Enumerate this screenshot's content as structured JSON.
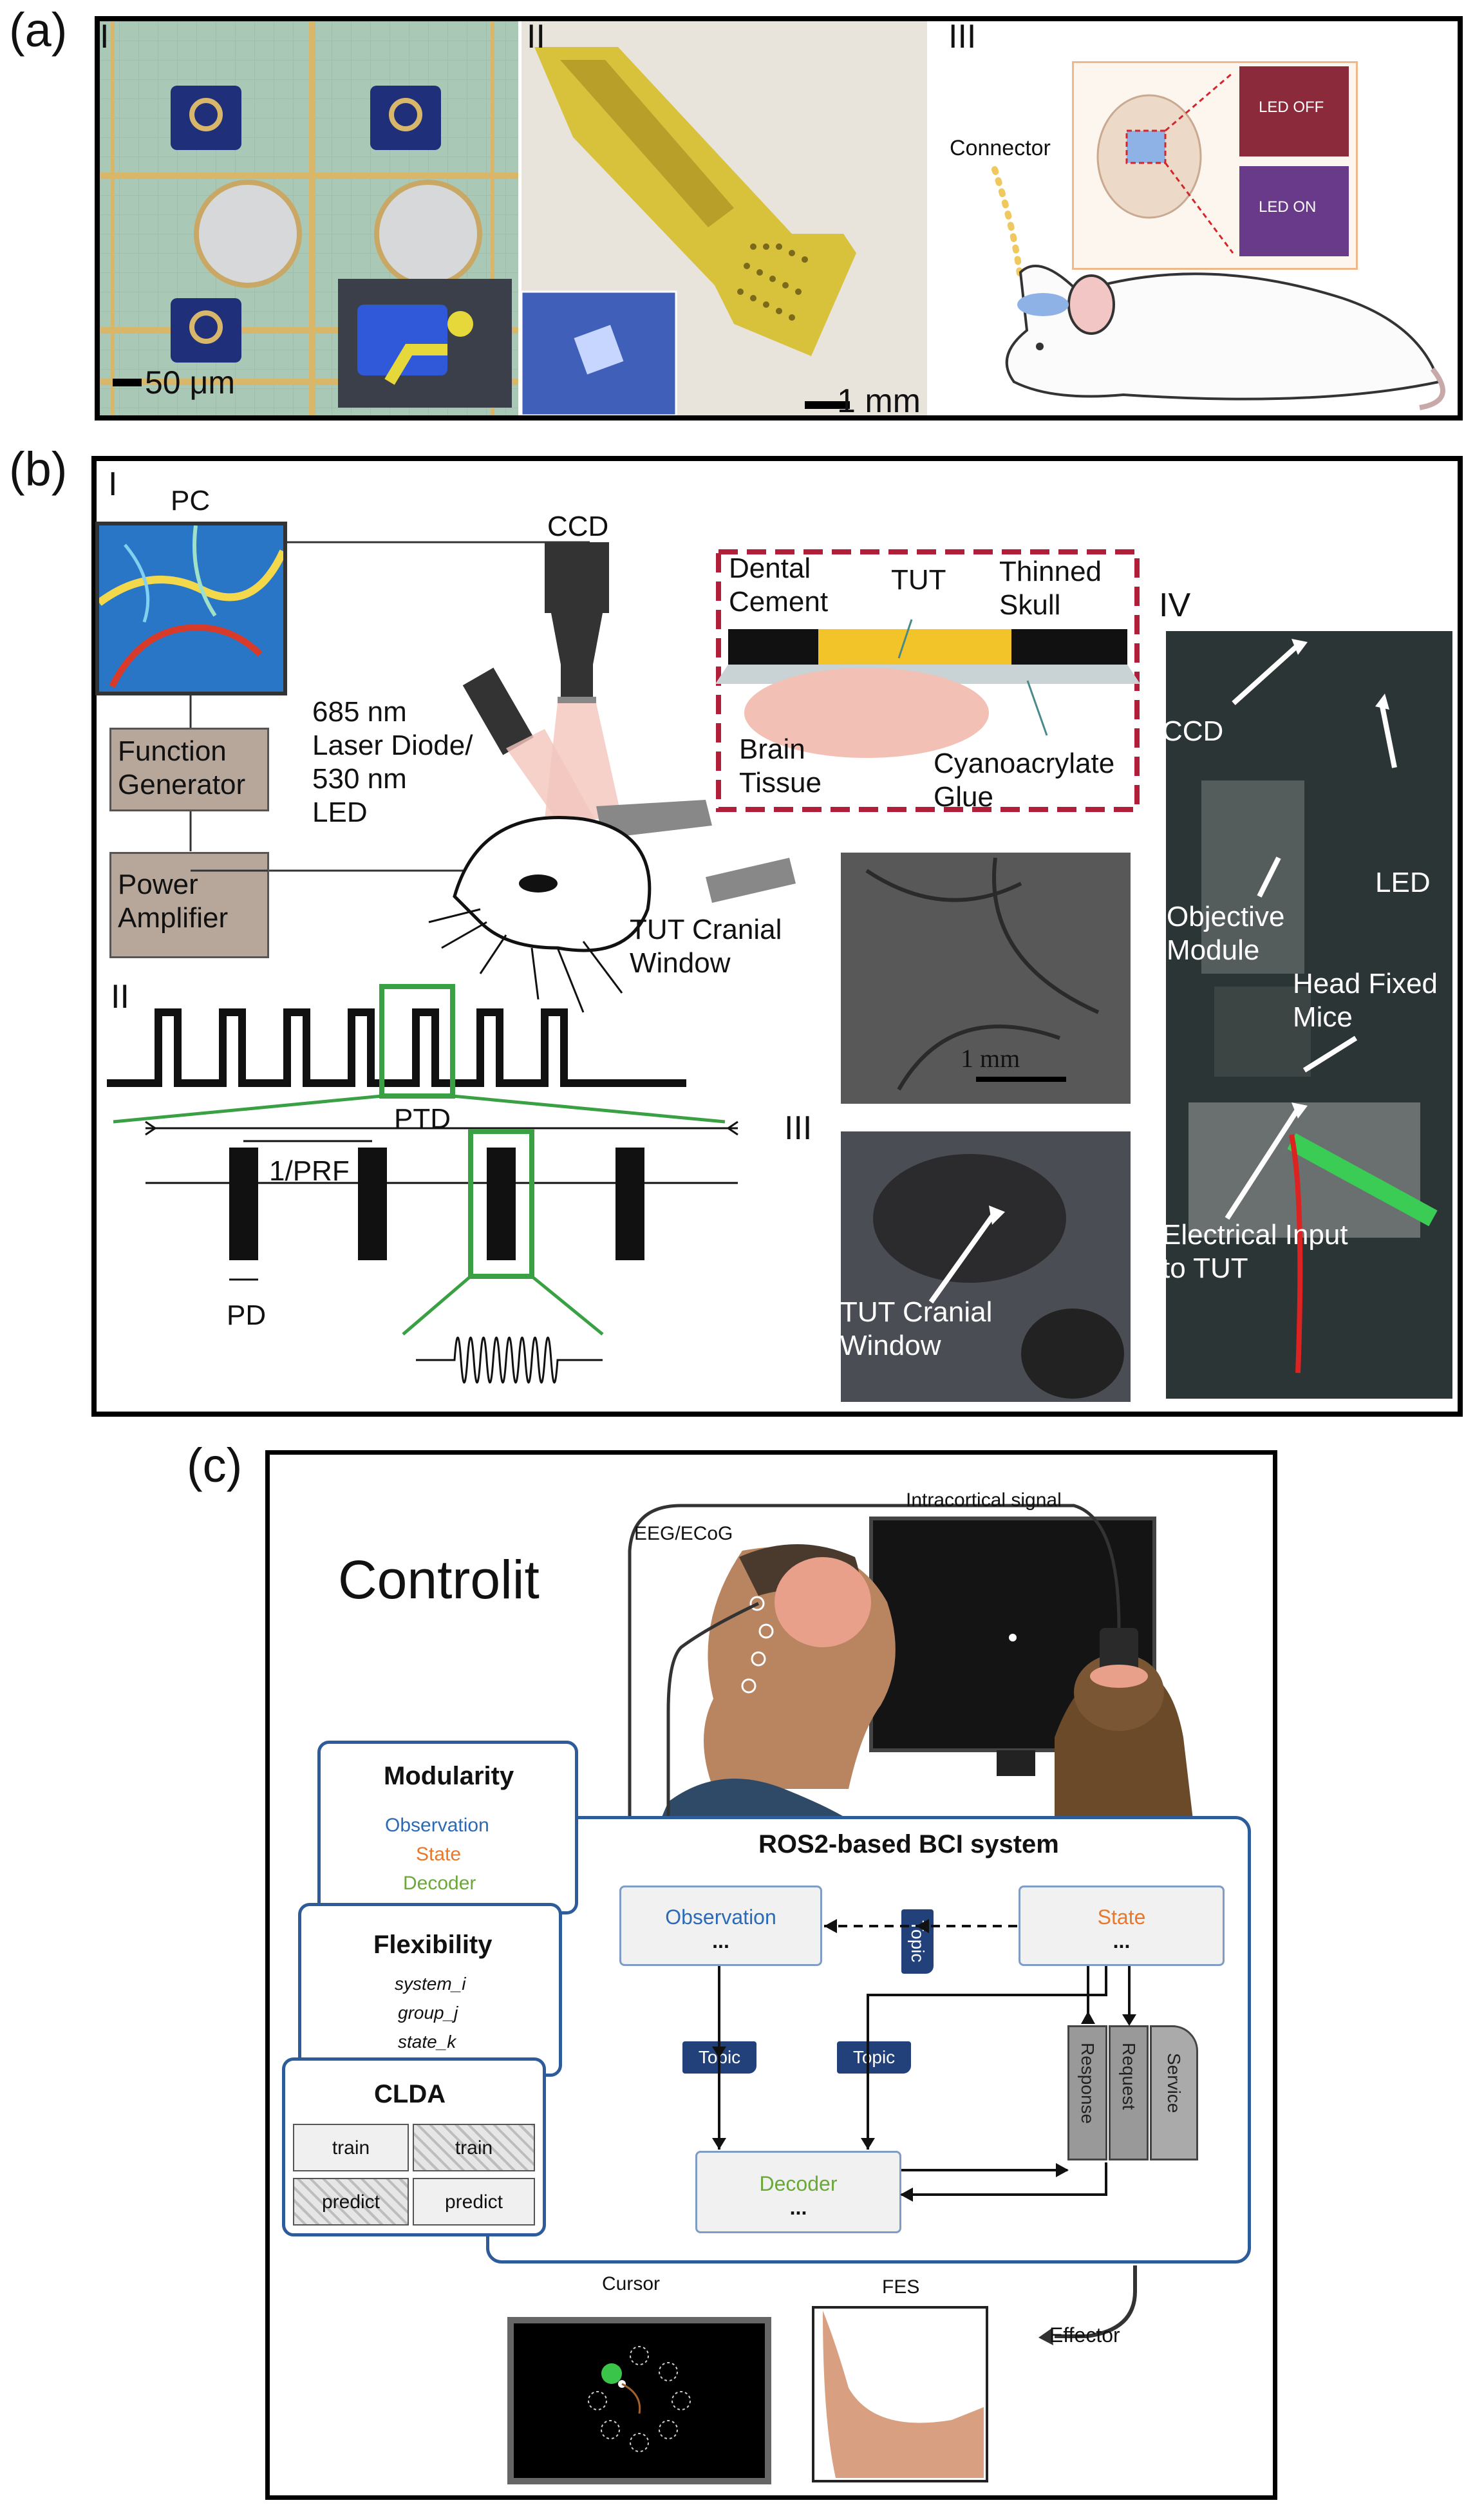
{
  "panel_a": {
    "label": "(a)",
    "sub_I": "I",
    "sub_II": "II",
    "sub_III": "III",
    "scale_I": "50 μm",
    "scale_II": "1 mm",
    "connector": "Connector",
    "led_off": "LED OFF",
    "led_on": "LED ON"
  },
  "panel_b": {
    "label": "(b)",
    "sub_I": "I",
    "sub_II": "II",
    "sub_III": "III",
    "sub_IV": "IV",
    "pc": "PC",
    "ccd": "CCD",
    "function_generator": [
      "Function",
      "Generator"
    ],
    "power_amplifier": [
      "Power",
      "Amplifier"
    ],
    "light_source": [
      "685 nm",
      "Laser Diode/",
      "530 nm",
      "LED"
    ],
    "tut_window": [
      "TUT Cranial",
      "Window"
    ],
    "dental_cement": [
      "Dental",
      "Cement"
    ],
    "tut": "TUT",
    "thinned_skull": [
      "Thinned",
      "Skull"
    ],
    "brain_tissue": [
      "Brain",
      "Tissue"
    ],
    "glue": [
      "Cyanoacrylate",
      "Glue"
    ],
    "scale_1mm": "1 mm",
    "ptd": "PTD",
    "prf": "1/PRF",
    "pd": "PD",
    "photo_iii_label": [
      "TUT Cranial",
      "Window"
    ],
    "iv_ccd": "CCD",
    "iv_led": "LED",
    "iv_objective": [
      "Objective",
      "Module"
    ],
    "iv_head": [
      "Head Fixed",
      "Mice"
    ],
    "iv_input": [
      "Electrical Input",
      "to TUT"
    ]
  },
  "panel_c": {
    "label": "(c)",
    "title": "Controlit",
    "intracortical": "Intracortical signal",
    "eeg": "EEG/ECoG",
    "modularity": {
      "title": "Modularity",
      "items": [
        "Observation",
        "State",
        "Decoder"
      ]
    },
    "flexibility": {
      "title": "Flexibility",
      "items": [
        "system_i",
        "group_j",
        "state_k"
      ]
    },
    "clda": {
      "title": "CLDA",
      "cells": [
        "train",
        "train",
        "predict",
        "predict"
      ]
    },
    "system_title": "ROS2-based BCI system",
    "observation": "Observation",
    "state": "State",
    "decoder": "Decoder",
    "ellipsis": "...",
    "topic": "Topic",
    "response": "Response",
    "request": "Request",
    "service": "Service",
    "cursor": "Cursor",
    "fes": "FES",
    "effector": "Effector",
    "colors": {
      "observation": "#2a6ab8",
      "state": "#e8782c",
      "decoder": "#6aa83a",
      "frame": "#2e5b9a",
      "topic": "#22417a"
    }
  }
}
